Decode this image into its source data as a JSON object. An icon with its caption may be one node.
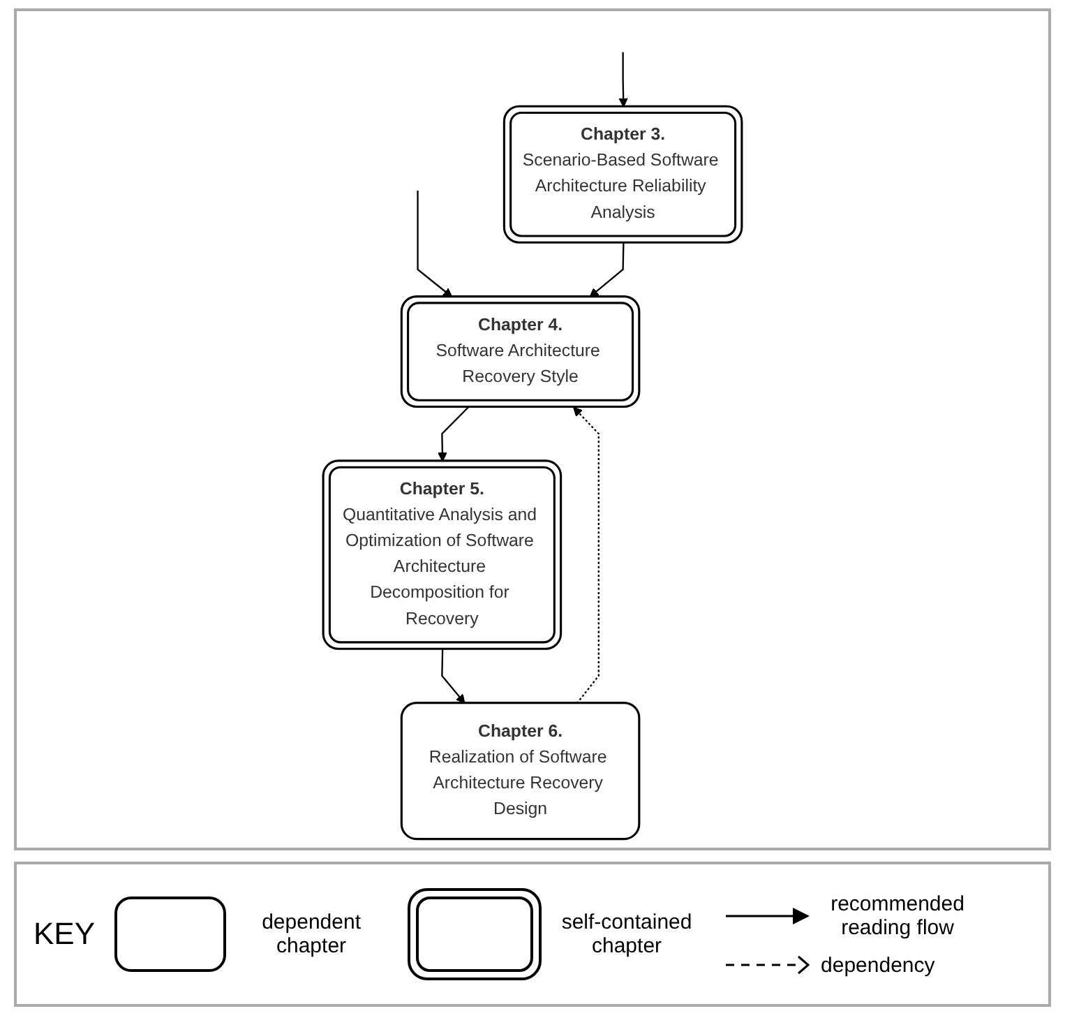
{
  "diagram": {
    "nodes": [
      {
        "text": [
          "Chapter 3.",
          "Scenario-Based Software Architecture Reliability Analysis"
        ]
      },
      {
        "text": [
          "Chapter 4.",
          "Software Architecture Recovery Style"
        ]
      },
      {
        "text": [
          "Chapter 5.",
          "Quantitative Analysis and Optimization of Software Architecture Decomposition for Recovery"
        ]
      },
      {
        "text": [
          "Chapter 6.",
          "Realization of Software Architecture Recovery Design"
        ]
      }
    ],
    "edges": [
      {
        "from": null,
        "to": 0,
        "arrow": "to"
      },
      {
        "from": null,
        "to": 1,
        "arrow": "to"
      },
      {
        "from": 0,
        "to": 1,
        "arrow": "to"
      },
      {
        "from": 1,
        "to": 2,
        "arrow": "to"
      },
      {
        "from": 2,
        "to": 3,
        "arrow": "to"
      },
      {
        "from": 3,
        "to": 1,
        "arrow": "to",
        "style": "dashed"
      }
    ],
    "labels": [
      "KEY"
    ],
    "legend": [
      {
        "text": "dependent chapter"
      },
      {
        "text": "self-contained chapter"
      },
      {
        "text": "recommended reading flow"
      },
      {
        "text": "dependency"
      }
    ]
  }
}
